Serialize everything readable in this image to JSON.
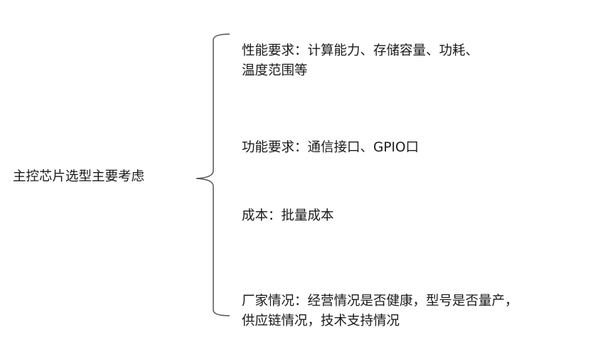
{
  "root": "主控芯片选型主要考虑",
  "branches": [
    {
      "lines": [
        "性能要求：计算能力、存储容量、功耗、",
        "温度范围等"
      ]
    },
    {
      "lines": [
        "功能要求：通信接口、GPIO口"
      ]
    },
    {
      "lines": [
        "成本：批量成本"
      ]
    },
    {
      "lines": [
        "厂家情况：经营情况是否健康，型号是否量产，",
        "供应链情况，技术支持情况"
      ]
    }
  ]
}
